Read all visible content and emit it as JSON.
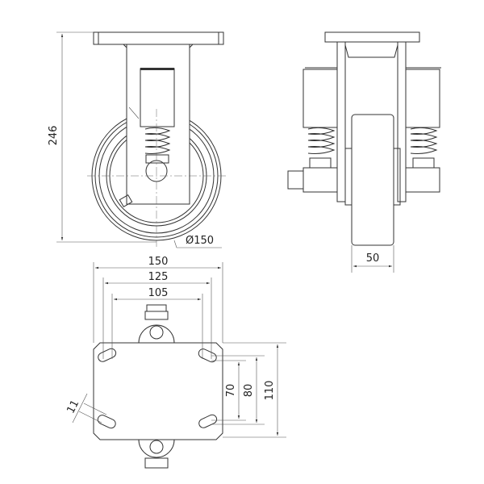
{
  "dimensions": {
    "height": "246",
    "wheel_diameter": "Ø150",
    "wheel_width": "50",
    "plate_length": "150",
    "hole_spacing_outer": "125",
    "hole_spacing_inner": "105",
    "hole_spacing_v_inner": "70",
    "hole_spacing_v_outer": "80",
    "plate_width": "110",
    "slot_width": "11"
  },
  "colors": {
    "line": "#333333",
    "background": "#ffffff"
  }
}
